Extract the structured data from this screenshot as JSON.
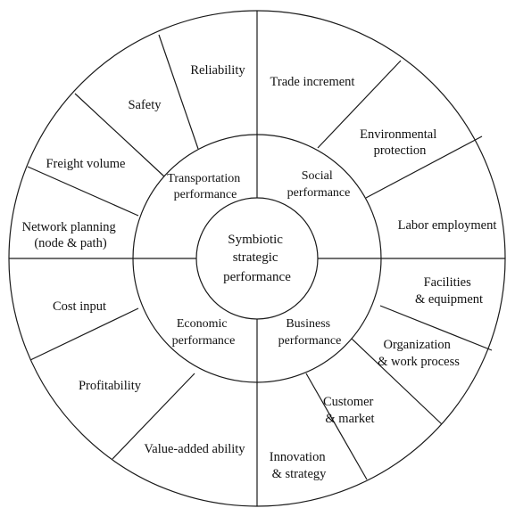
{
  "center": {
    "lines": [
      "Symbiotic",
      "strategic",
      "performance"
    ]
  },
  "dimensions": [
    {
      "key": "transportation",
      "lines": [
        "Transportation",
        "performance"
      ]
    },
    {
      "key": "social",
      "lines": [
        "Social",
        "performance"
      ]
    },
    {
      "key": "economic",
      "lines": [
        "Economic",
        "performance"
      ]
    },
    {
      "key": "business",
      "lines": [
        "Business",
        "performance"
      ]
    }
  ],
  "indicators": [
    {
      "key": "reliability",
      "lines": [
        "Reliability"
      ]
    },
    {
      "key": "safety",
      "lines": [
        "Safety"
      ]
    },
    {
      "key": "freight-volume",
      "lines": [
        "Freight volume"
      ]
    },
    {
      "key": "network-planning",
      "lines": [
        "Network planning",
        "(node & path)"
      ]
    },
    {
      "key": "trade-increment",
      "lines": [
        "Trade increment"
      ]
    },
    {
      "key": "environmental-protection",
      "lines": [
        "Environmental",
        "protection"
      ]
    },
    {
      "key": "labor-employment",
      "lines": [
        "Labor employment"
      ]
    },
    {
      "key": "cost-input",
      "lines": [
        "Cost input"
      ]
    },
    {
      "key": "profitability",
      "lines": [
        "Profitability"
      ]
    },
    {
      "key": "value-added-ability",
      "lines": [
        "Value-added ability"
      ]
    },
    {
      "key": "facilities-equipment",
      "lines": [
        "Facilities",
        "& equipment"
      ]
    },
    {
      "key": "organization-work-process",
      "lines": [
        "Organization",
        "& work process"
      ]
    },
    {
      "key": "customer-market",
      "lines": [
        "Customer",
        "& market"
      ]
    },
    {
      "key": "innovation-strategy",
      "lines": [
        "Innovation",
        "& strategy"
      ]
    }
  ]
}
